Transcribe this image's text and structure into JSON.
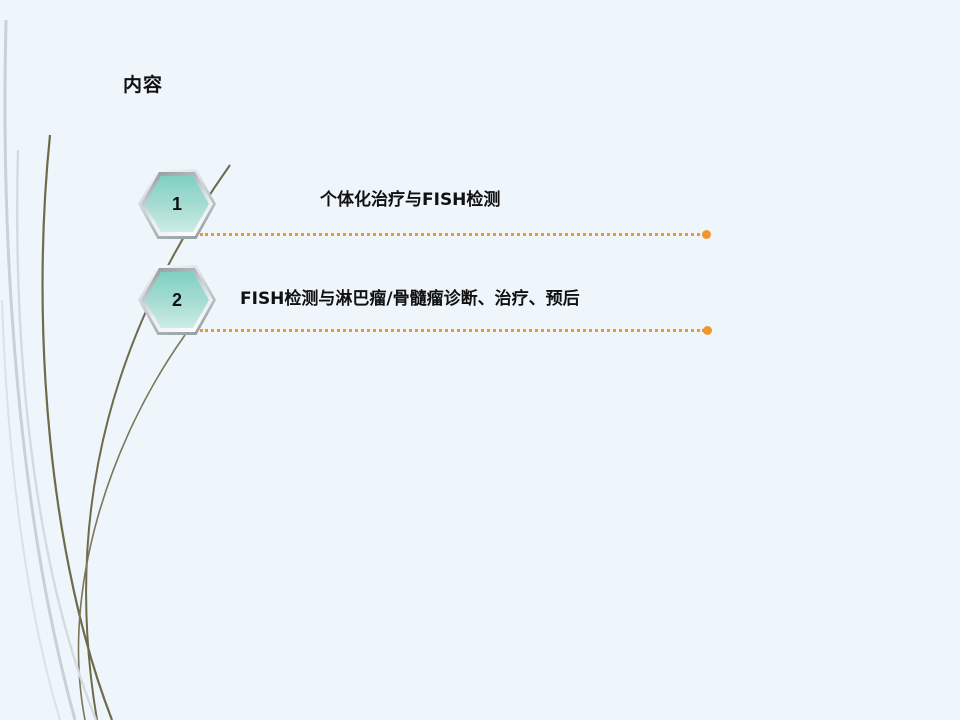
{
  "slide": {
    "title": "内容",
    "items": [
      {
        "number": "1",
        "label": "个体化治疗与FISH检测"
      },
      {
        "number": "2",
        "label": "FISH检测与淋巴瘤/骨髓瘤诊断、治疗、预后"
      }
    ]
  },
  "colors": {
    "background": "#eef6fc",
    "accent": "#f0962e",
    "hexagon": "#a8ddd2",
    "curves": "#6e6a4c"
  }
}
